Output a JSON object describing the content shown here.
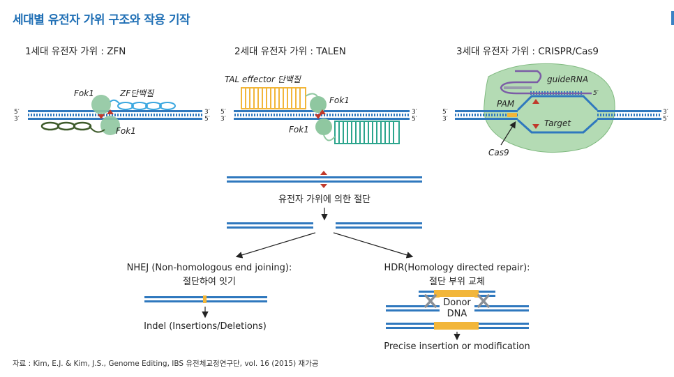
{
  "title": "세대별 유전자 가위 구조와 작용 기작",
  "colors": {
    "dna": "#2f78be",
    "accent_title": "#1f6fb5",
    "yellow": "#f2b63a",
    "green": "#8fc7a0",
    "purple": "#7b5ca6",
    "teal": "#2ca58d",
    "zf_blue": "#3aa7e0",
    "dark_green": "#3d5a2a",
    "cut_marker": "#c0392b"
  },
  "gen1": {
    "heading": "1세대 유전자 가위 : ZFN",
    "fok_top": "Fok1",
    "zf": "ZF단백질",
    "fok_bottom": "Fok1"
  },
  "gen2": {
    "heading": "2세대 유전자 가위 : TALEN",
    "tal": "TAL effector 단백질",
    "fok_top": "Fok1",
    "fok_bottom": "Fok1"
  },
  "gen3": {
    "heading": "3세대 유전자 가위 : CRISPR/Cas9",
    "guide": "guideRNA",
    "pam": "PAM",
    "target": "Target",
    "cas9": "Cas9",
    "guide_end": "5′"
  },
  "ends": {
    "five": "5′",
    "three": "3′"
  },
  "cut_label": "유전자 가위에 의한 절단",
  "nhej": {
    "title": "NHEJ (Non-homologous end joining):",
    "subtitle": "절단하여 잇기",
    "result": "Indel (Insertions/Deletions)"
  },
  "hdr": {
    "title": "HDR(Homology directed repair):",
    "subtitle": "절단 부위 교체",
    "donor_line1": "Donor",
    "donor_line2": "DNA",
    "result": "Precise insertion or modification"
  },
  "source": "자료 : Kim, E.J. & Kim, J.S., Genome Editing, IBS 유전체교정연구단, vol. 16 (2015) 재가공"
}
